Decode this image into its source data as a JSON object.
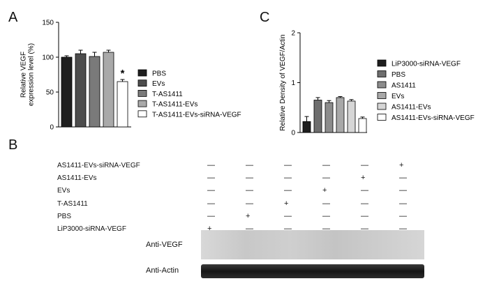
{
  "panels": {
    "a": "A",
    "b": "B",
    "c": "C"
  },
  "chart_data": [
    {
      "type": "bar",
      "panel": "A",
      "ylabel": "Relative VEGF\nexpression level (%)",
      "ylim": [
        0,
        150
      ],
      "yticks": [
        "0",
        "50",
        "100",
        "150"
      ],
      "categories": [
        "PBS",
        "EVs",
        "T-AS1411",
        "T-AS1411-EVs",
        "T-AS1411-EVs-siRNA-VEGF"
      ],
      "values": [
        100,
        105,
        101,
        107,
        65
      ],
      "errors": [
        2,
        5,
        6,
        3,
        3
      ],
      "colors": [
        "#1e1e1e",
        "#4d4d4d",
        "#7a7a7a",
        "#a9a9a9",
        "#ffffff"
      ],
      "annotations": [
        {
          "category": "T-AS1411-EVs-siRNA-VEGF",
          "text": "*"
        }
      ],
      "legend": {
        "placement": "right",
        "entries": [
          "PBS",
          "EVs",
          "T-AS1411",
          "T-AS1411-EVs",
          "T-AS1411-EVs-siRNA-VEGF"
        ]
      },
      "grid": false
    },
    {
      "type": "bar",
      "panel": "C",
      "ylabel": "Relative Density of VEGF/Actin",
      "ylim": [
        0,
        2
      ],
      "yticks": [
        "0",
        "1",
        "2"
      ],
      "categories": [
        "LiP3000-siRNA-VEGF",
        "PBS",
        "AS1411",
        "EVs",
        "AS1411-EVs",
        "AS1411-EVs-siRNA-VEGF"
      ],
      "values": [
        0.22,
        0.65,
        0.6,
        0.7,
        0.63,
        0.28
      ],
      "errors": [
        0.1,
        0.05,
        0.04,
        0.02,
        0.03,
        0.03
      ],
      "colors": [
        "#1e1e1e",
        "#6e6e6e",
        "#8c8c8c",
        "#a8a8a8",
        "#d6d6d6",
        "#ffffff"
      ],
      "legend": {
        "placement": "right",
        "entries": [
          "LiP3000-siRNA-VEGF",
          "PBS",
          "AS1411",
          "EVs",
          "AS1411-EVs",
          "AS1411-EVs-siRNA-VEGF"
        ]
      },
      "grid": false
    }
  ],
  "blot": {
    "treatments": [
      "AS1411-EVs-siRNA-VEGF",
      "AS1411-EVs",
      "EVs",
      "T-AS1411",
      "PBS",
      "LiP3000-siRNA-VEGF"
    ],
    "symbols": [
      [
        "—",
        "—",
        "—",
        "—",
        "—",
        "+"
      ],
      [
        "—",
        "—",
        "—",
        "—",
        "+",
        "—"
      ],
      [
        "—",
        "—",
        "—",
        "+",
        "—",
        "—"
      ],
      [
        "—",
        "—",
        "+",
        "—",
        "—",
        "—"
      ],
      [
        "—",
        "+",
        "—",
        "—",
        "—",
        "—"
      ],
      [
        "+",
        "—",
        "—",
        "—",
        "—",
        "—"
      ]
    ],
    "anti_vegf": "Anti-VEGF",
    "anti_actin": "Anti-Actin"
  }
}
